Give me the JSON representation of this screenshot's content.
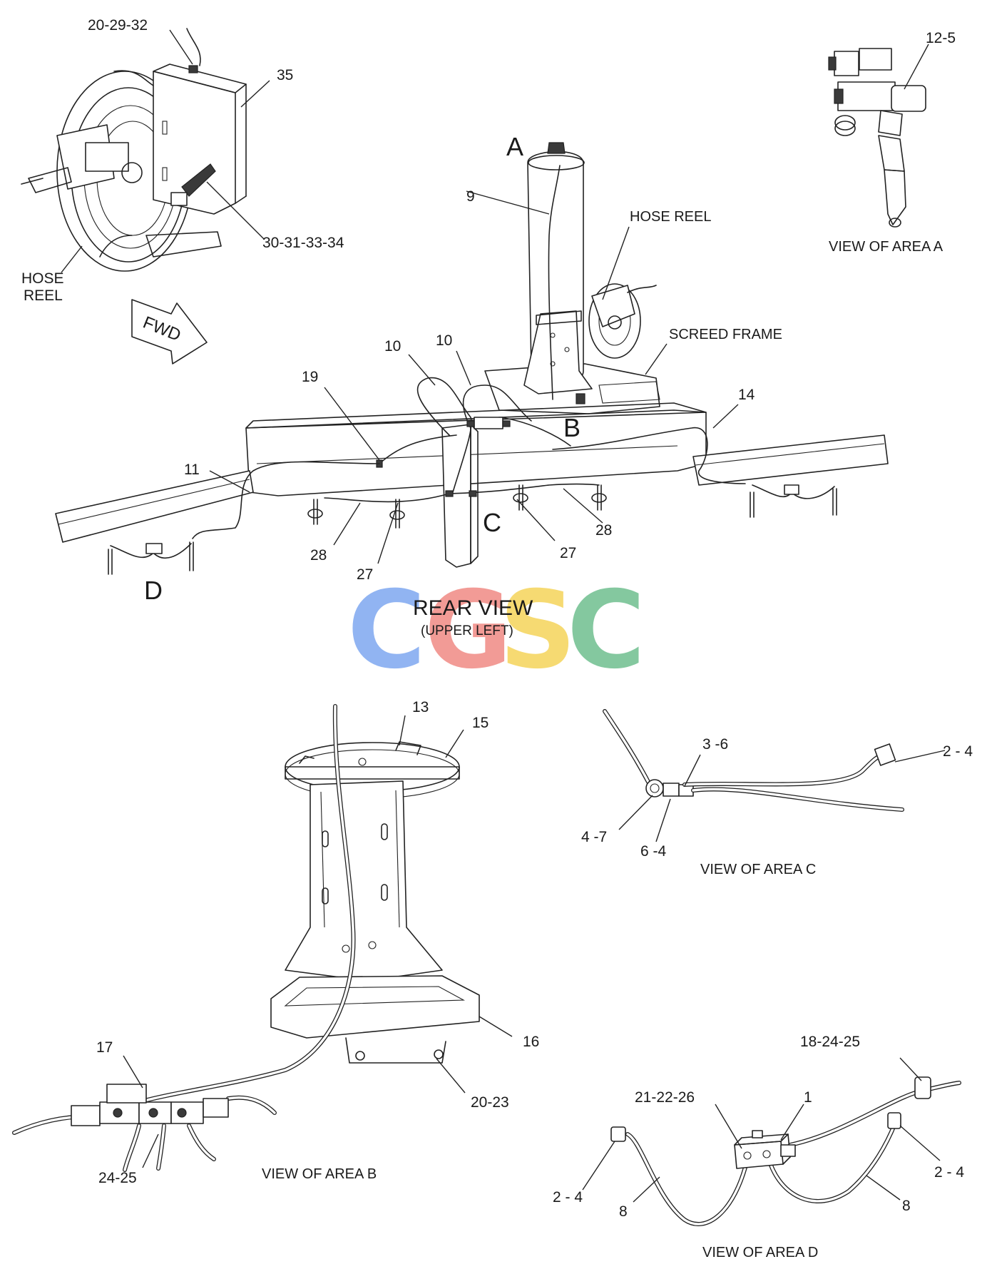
{
  "colors": {
    "ink": "#222222",
    "watermark_c1": "#7ea8f0",
    "watermark_g": "#f08a84",
    "watermark_s": "#f5d45a",
    "watermark_c2": "#6fbf8f"
  },
  "watermark": {
    "text": "CGSC"
  },
  "rear_view": {
    "title": "REAR VIEW",
    "subtitle": "(UPPER LEFT)",
    "area_letters": {
      "a": "A",
      "b": "B",
      "c": "C",
      "d": "D"
    },
    "fwd": "FWD",
    "hose_reel_top": "HOSE REEL",
    "hose_reel_inset_line1": "HOSE",
    "hose_reel_inset_line2": "REEL",
    "screed_frame": "SCREED FRAME",
    "callouts": {
      "c_20_29_32": "20-29-32",
      "c_35": "35",
      "c_30_31_33_34": "30-31-33-34",
      "c_9": "9",
      "c_10a": "10",
      "c_10b": "10",
      "c_19": "19",
      "c_14": "14",
      "c_11": "11",
      "c_28a": "28",
      "c_27a": "27",
      "c_27b": "27",
      "c_28b": "28"
    }
  },
  "view_a": {
    "caption": "VIEW OF AREA A",
    "callouts": {
      "c_12_5": "12-5"
    }
  },
  "view_b": {
    "caption": "VIEW OF AREA B",
    "callouts": {
      "c_13": "13",
      "c_15": "15",
      "c_16": "16",
      "c_17": "17",
      "c_20_23": "20-23",
      "c_24_25": "24-25"
    }
  },
  "view_c": {
    "caption": "VIEW OF AREA C",
    "callouts": {
      "c_3_6": "3 -6",
      "c_2_4": "2 - 4",
      "c_4_7": "4 -7",
      "c_6_4": "6 -4"
    }
  },
  "view_d": {
    "caption": "VIEW OF AREA D",
    "callouts": {
      "c_18_24_25": "18-24-25",
      "c_21_22_26": "21-22-26",
      "c_1": "1",
      "c_2_4a": "2 - 4",
      "c_2_4b": "2 - 4",
      "c_8a": "8",
      "c_8b": "8"
    }
  }
}
